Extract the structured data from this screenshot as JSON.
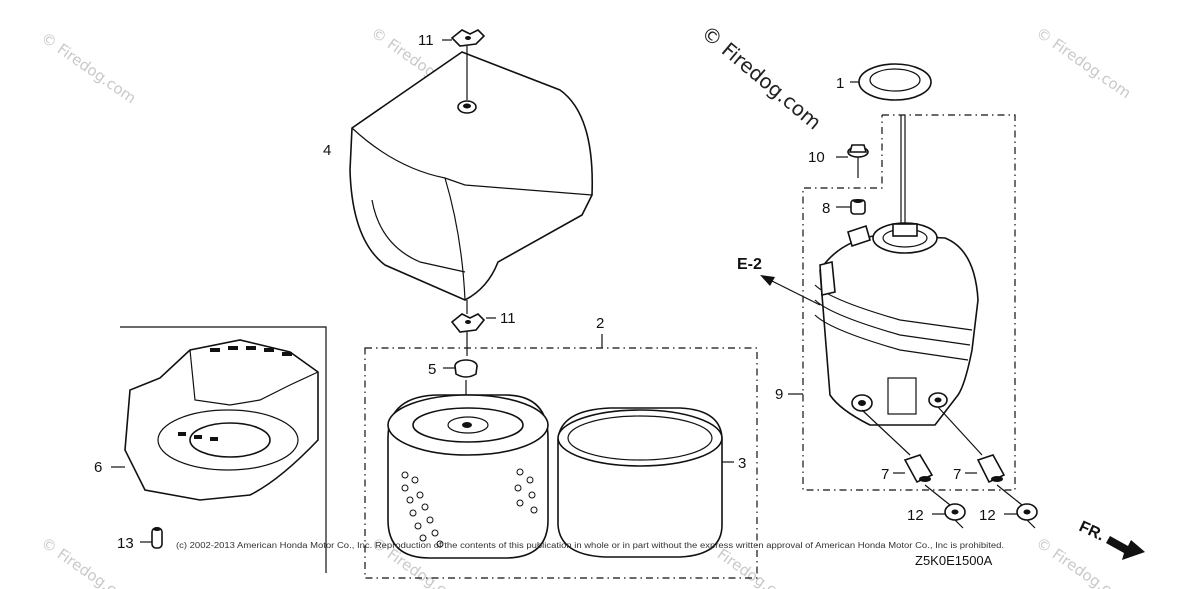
{
  "diagram": {
    "callouts": {
      "c1": "1",
      "c2": "2",
      "c3": "3",
      "c4": "4",
      "c5": "5",
      "c6": "6",
      "c7a": "7",
      "c7b": "7",
      "c8": "8",
      "c9": "9",
      "c10": "10",
      "c11a": "11",
      "c11b": "11",
      "c12a": "12",
      "c12b": "12",
      "c13": "13"
    },
    "reference_label": "E-2",
    "front_label": "FR.",
    "watermark_main": "© Firedog.com",
    "watermark_faint": "© Firedog.com",
    "copyright": "(c) 2002-2013 American Honda Motor Co., Inc. Reproduction of the contents of this publication in whole or in part without the express written approval of American Honda Motor Co., Inc is prohibited.",
    "drawing_code": "Z5K0E1500A"
  },
  "colors": {
    "line": "#111111",
    "watermark": "#c9c9c9",
    "background": "#ffffff"
  }
}
